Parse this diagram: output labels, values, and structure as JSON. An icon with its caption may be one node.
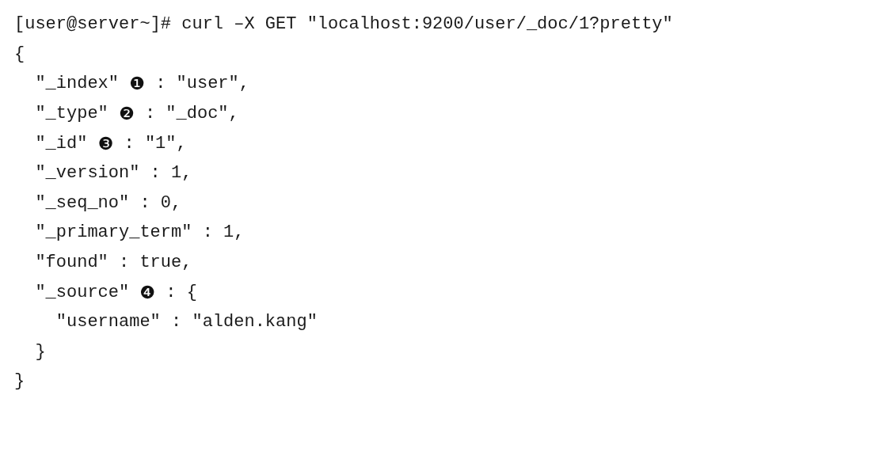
{
  "diagram": {
    "labels": [
      "[user@server~]# curl –X GET \"localhost:9200/user/_doc/1?pretty\"",
      "{",
      "\"_index\"",
      "❶",
      ": \"user\",",
      "\"_type\"",
      "❷",
      ": \"_doc\",",
      "\"_id\"",
      "❸",
      ": \"1\",",
      "\"_version\" : 1,",
      "\"_seq_no\" : 0,",
      "\"_primary_term\" : 1,",
      "\"found\" : true,",
      "\"_source\"",
      "❹",
      ": {",
      "\"username\" : \"alden.kang\"",
      "}",
      "}"
    ]
  }
}
